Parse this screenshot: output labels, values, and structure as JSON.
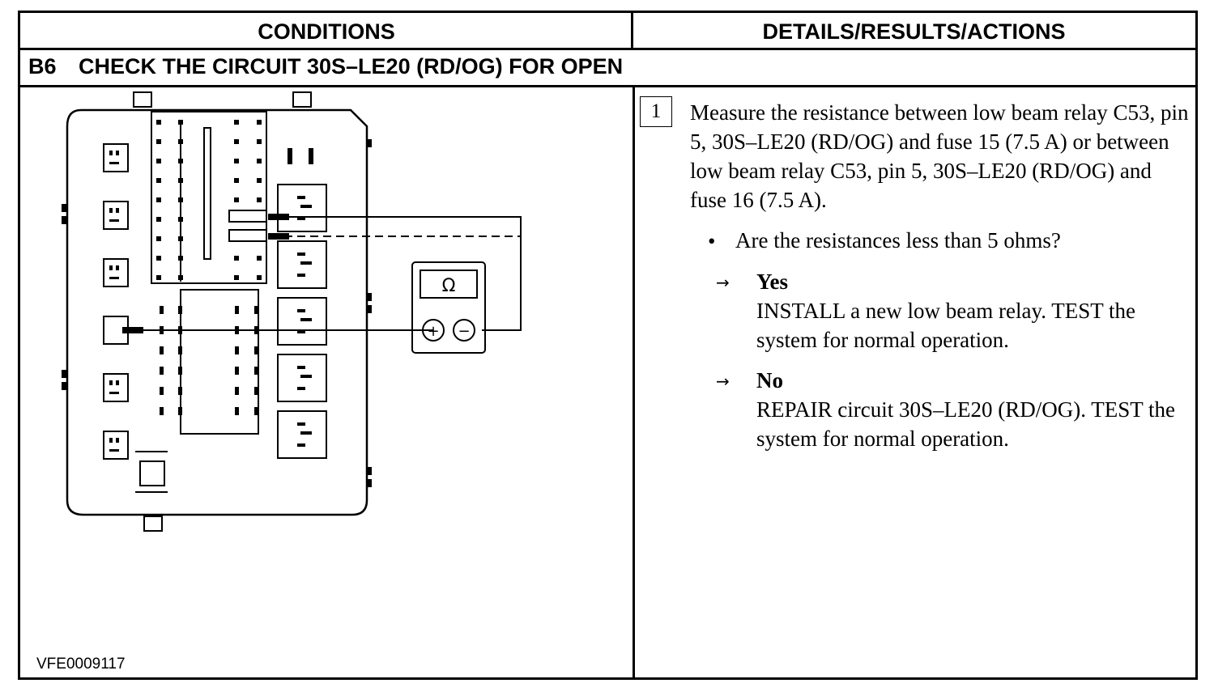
{
  "header": {
    "conditions": "CONDITIONS",
    "details": "DETAILS/RESULTS/ACTIONS"
  },
  "section": {
    "id": "B6",
    "title": "CHECK THE CIRCUIT 30S–LE20 (RD/OG) FOR OPEN"
  },
  "figure": {
    "id": "VFE0009117",
    "meter_symbol": "Ω",
    "plus_symbol": "+",
    "minus_symbol": "−"
  },
  "step": {
    "number": "1",
    "instruction": "Measure the resistance between low beam relay C53, pin 5, 30S–LE20 (RD/OG) and fuse 15 (7.5 A) or between low beam relay C53, pin 5, 30S–LE20 (RD/OG) and fuse 16 (7.5 A).",
    "bullet": "•",
    "question": "Are the resistances less than 5 ohms?",
    "arrow": "→",
    "yes_label": "Yes",
    "yes_action": "INSTALL a new low beam relay. TEST the system for normal operation.",
    "no_label": "No",
    "no_action": "REPAIR circuit 30S–LE20 (RD/OG). TEST the system for normal operation."
  }
}
